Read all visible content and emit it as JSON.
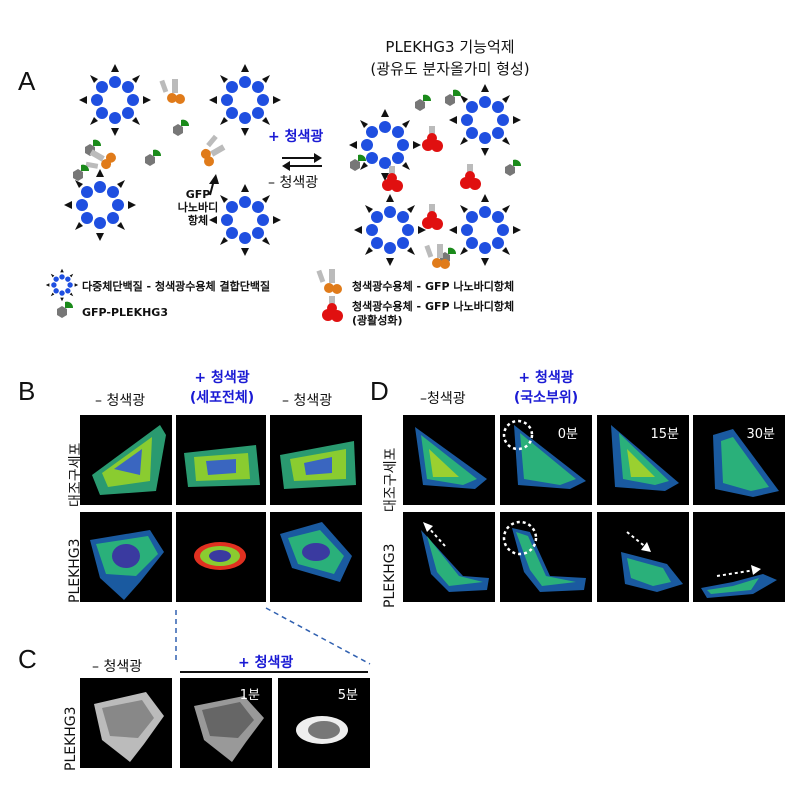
{
  "panelA": {
    "letter": "A",
    "title_line1": "PLEKHG3 기능억제",
    "title_line2": "(광유도 분자올가미 형성)",
    "plus_light": "+ 청색광",
    "minus_light": "– 청색광",
    "gfp_nb_label_1": "GFP",
    "gfp_nb_label_2": "나노바디",
    "gfp_nb_label_3": "항체",
    "legend": {
      "item1": "다중체단백질 - 청색광수용체 결합단백질",
      "item2": "GFP-PLEKHG3",
      "item3": "청색광수용체 - GFP 나노바디항체",
      "item4a": "청색광수용체 - GFP 나노바디항체",
      "item4b": "(광활성화)"
    }
  },
  "panelB": {
    "letter": "B",
    "col1": "– 청색광",
    "col2a": "+ 청색광",
    "col2b": "(세포전체)",
    "col3": "– 청색광",
    "row1": "대조구세포",
    "row2": "PLEKHG3"
  },
  "panelC": {
    "letter": "C",
    "col1": "– 청색광",
    "col2": "+ 청색광",
    "row1": "PLEKHG3",
    "t1": "1분",
    "t2": "5분"
  },
  "panelD": {
    "letter": "D",
    "col1": "–청색광",
    "col2a": "+ 청색광",
    "col2b": "(국소부위)",
    "row1": "대조구세포",
    "row2": "PLEKHG3",
    "t0": "0분",
    "t15": "15분",
    "t30": "30분"
  },
  "colors": {
    "blue_text": "#1a1ad4",
    "multimer": "#1f4fe0",
    "receptor": "#e07b1a",
    "active": "#e01010",
    "gfp": "#1a8a1a",
    "protein": "#777777"
  }
}
